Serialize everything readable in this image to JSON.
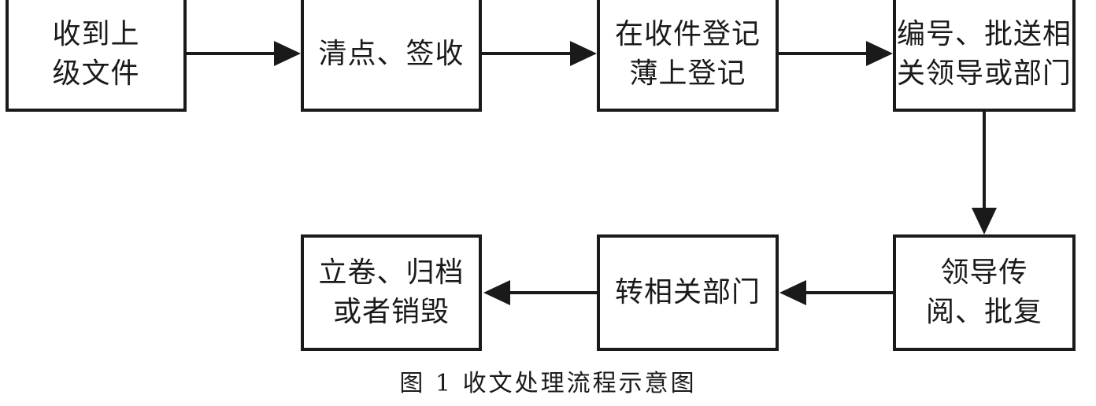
{
  "steps": [
    {
      "id": "receive",
      "label": "收到上\n级文件"
    },
    {
      "id": "count-sign",
      "label": "清点、签收"
    },
    {
      "id": "register",
      "label": "在收件登记\n薄上登记"
    },
    {
      "id": "number-send",
      "label": "编号、批送相\n关领导或部门"
    },
    {
      "id": "leader-review",
      "label": "领导传\n阅、批复"
    },
    {
      "id": "forward-dept",
      "label": "转相关部门"
    },
    {
      "id": "archive",
      "label": "立卷、归档\n或者销毁"
    }
  ],
  "caption": "图 1  收文处理流程示意图"
}
